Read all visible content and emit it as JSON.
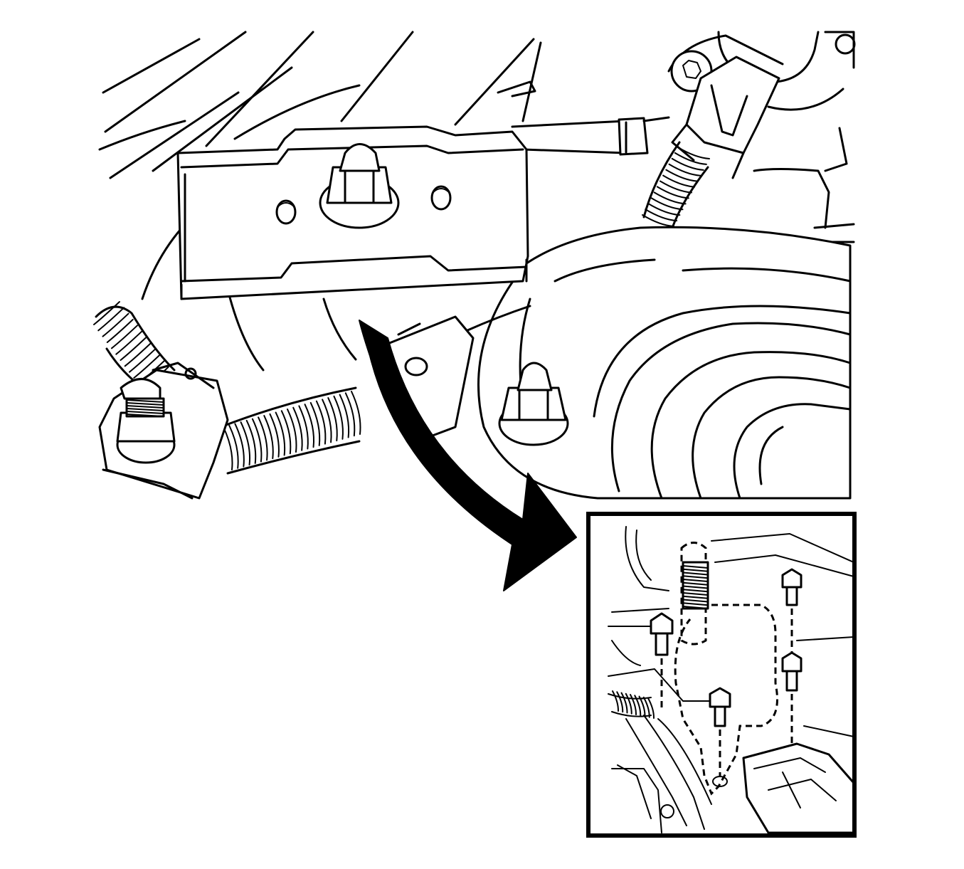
{
  "figure": {
    "kind": "line-art technical illustration",
    "palette": {
      "line": "#000000",
      "background": "#ffffff"
    },
    "parts": {
      "bracket": "mount-bracket",
      "fastener": "hex-flange-nut",
      "hose": "corrugated-wiring-conduit",
      "pulley": "round-housing",
      "callout": "detail-inset"
    },
    "callout_arrow": {
      "direction": "from-main-view-to-detail-inset"
    }
  }
}
